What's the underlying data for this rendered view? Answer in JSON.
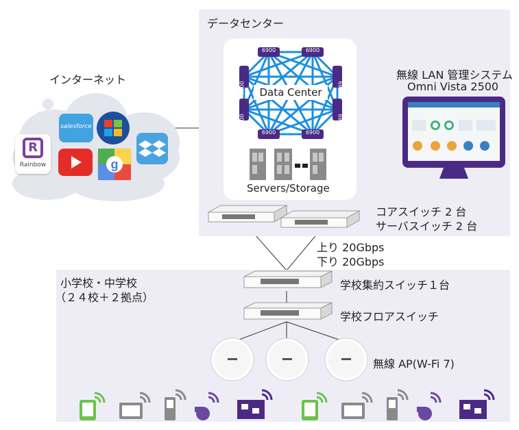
{
  "internet": {
    "title": "インターネット",
    "services": [
      {
        "name": "Rainbow",
        "icon": "rainbow-icon"
      },
      {
        "name": "salesforce",
        "icon": "salesforce-icon"
      },
      {
        "name": "",
        "icon": "windows-icon"
      },
      {
        "name": "",
        "icon": "youtube-icon"
      },
      {
        "name": "",
        "icon": "google-icon"
      },
      {
        "name": "",
        "icon": "dropbox-icon"
      }
    ]
  },
  "datacenter": {
    "title": "データセンター",
    "core_label": "Data Center",
    "node_labels": [
      "6900",
      "6900",
      "6900",
      "6900",
      "6900",
      "6900",
      "6900",
      "6900"
    ],
    "storage_label": "Servers/Storage"
  },
  "management": {
    "line1": "無線 LAN 管理システム",
    "line2": "Omni Vista 2500"
  },
  "core_switch": {
    "line1": "コアスイッチ 2 台",
    "line2": "サーバスイッチ 2 台"
  },
  "uplink": {
    "up": "上り 20Gbps",
    "down": "下り 20Gbps"
  },
  "school": {
    "title": "小学校・中学校",
    "count": "（２４校＋２拠点）",
    "aggregation_switch": "学校集約スイッチ１台",
    "floor_switch": "学校フロアスイッチ",
    "access_point": "無線 AP(W-Fi 7)"
  },
  "colors": {
    "panel": "#eeedf6",
    "purple": "#4b2a86",
    "mesh": "#1c8fe0",
    "green": "#6cc24a",
    "gray": "#8a8a8a"
  }
}
